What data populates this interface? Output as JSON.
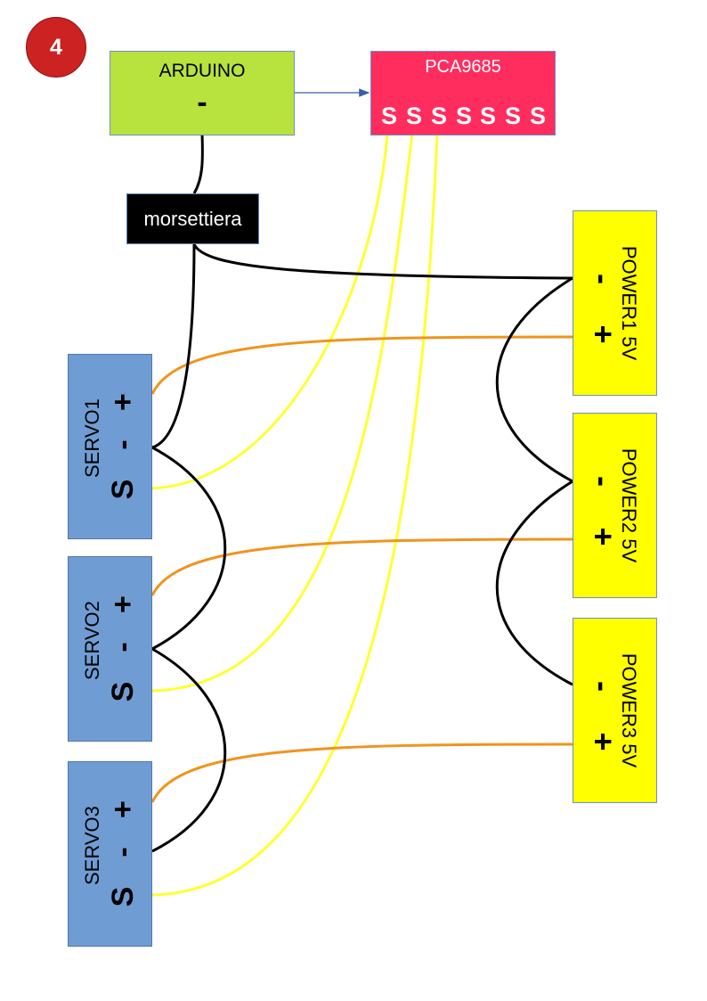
{
  "badge": "4",
  "arduino": {
    "title": "ARDUINO",
    "pin": "-"
  },
  "pca": {
    "title": "PCA9685",
    "pins": [
      "S",
      "S",
      "S",
      "S",
      "S",
      "S",
      "S"
    ]
  },
  "terminal": {
    "label": "morsettiera"
  },
  "servos": [
    {
      "name": "SERVO1",
      "pins": {
        "signal": "S",
        "minus": "-",
        "plus": "+"
      }
    },
    {
      "name": "SERVO2",
      "pins": {
        "signal": "S",
        "minus": "-",
        "plus": "+"
      }
    },
    {
      "name": "SERVO3",
      "pins": {
        "signal": "S",
        "minus": "-",
        "plus": "+"
      }
    }
  ],
  "powers": [
    {
      "name": "POWER1 5V",
      "pins": {
        "minus": "-",
        "plus": "+"
      }
    },
    {
      "name": "POWER2 5V",
      "pins": {
        "minus": "-",
        "plus": "+"
      }
    },
    {
      "name": "POWER3 5V",
      "pins": {
        "minus": "-",
        "plus": "+"
      }
    }
  ],
  "colors": {
    "arduino": "#b8e23e",
    "pca": "#ff2d5e",
    "servo": "#6f9dd3",
    "power": "#ffff00",
    "wire_ground": "#000000",
    "wire_power": "#f0941c",
    "wire_signal": "#ffff33",
    "link_arrow": "#3b5ea8"
  }
}
